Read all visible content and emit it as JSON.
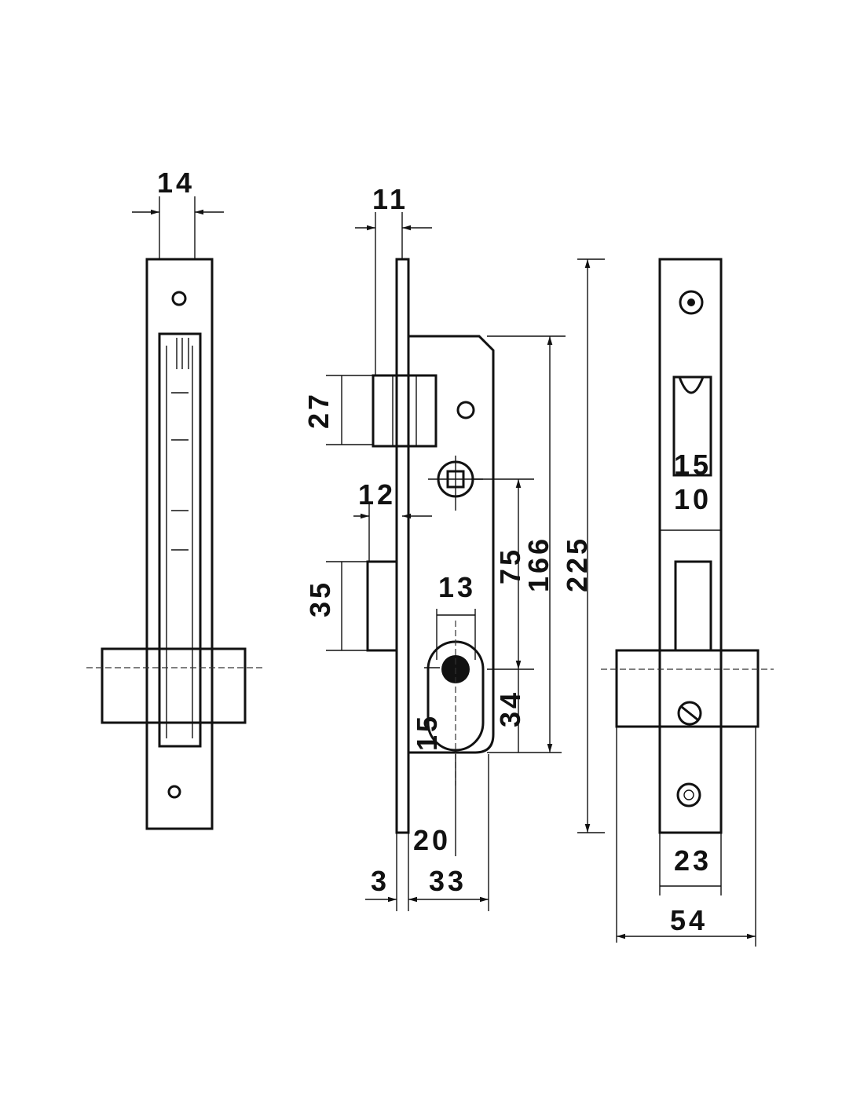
{
  "title": "Mortise lock dimension drawing",
  "side_view": {
    "width_14": "14"
  },
  "front_view": {
    "faceplate_11": "11",
    "latch_27": "27",
    "bolt_offset_12": "12",
    "deadbolt_35": "35",
    "cylinder_13": "13",
    "centers_75": "75",
    "case_166": "166",
    "faceplate_225": "225",
    "cyl_bottom_34": "34",
    "cyl_15": "15",
    "backset_20": "20",
    "plate_3": "3",
    "case_33": "33"
  },
  "strike_view": {
    "latch_15": "15",
    "gap_10": "10",
    "width_23": "23",
    "total_54": "54"
  }
}
